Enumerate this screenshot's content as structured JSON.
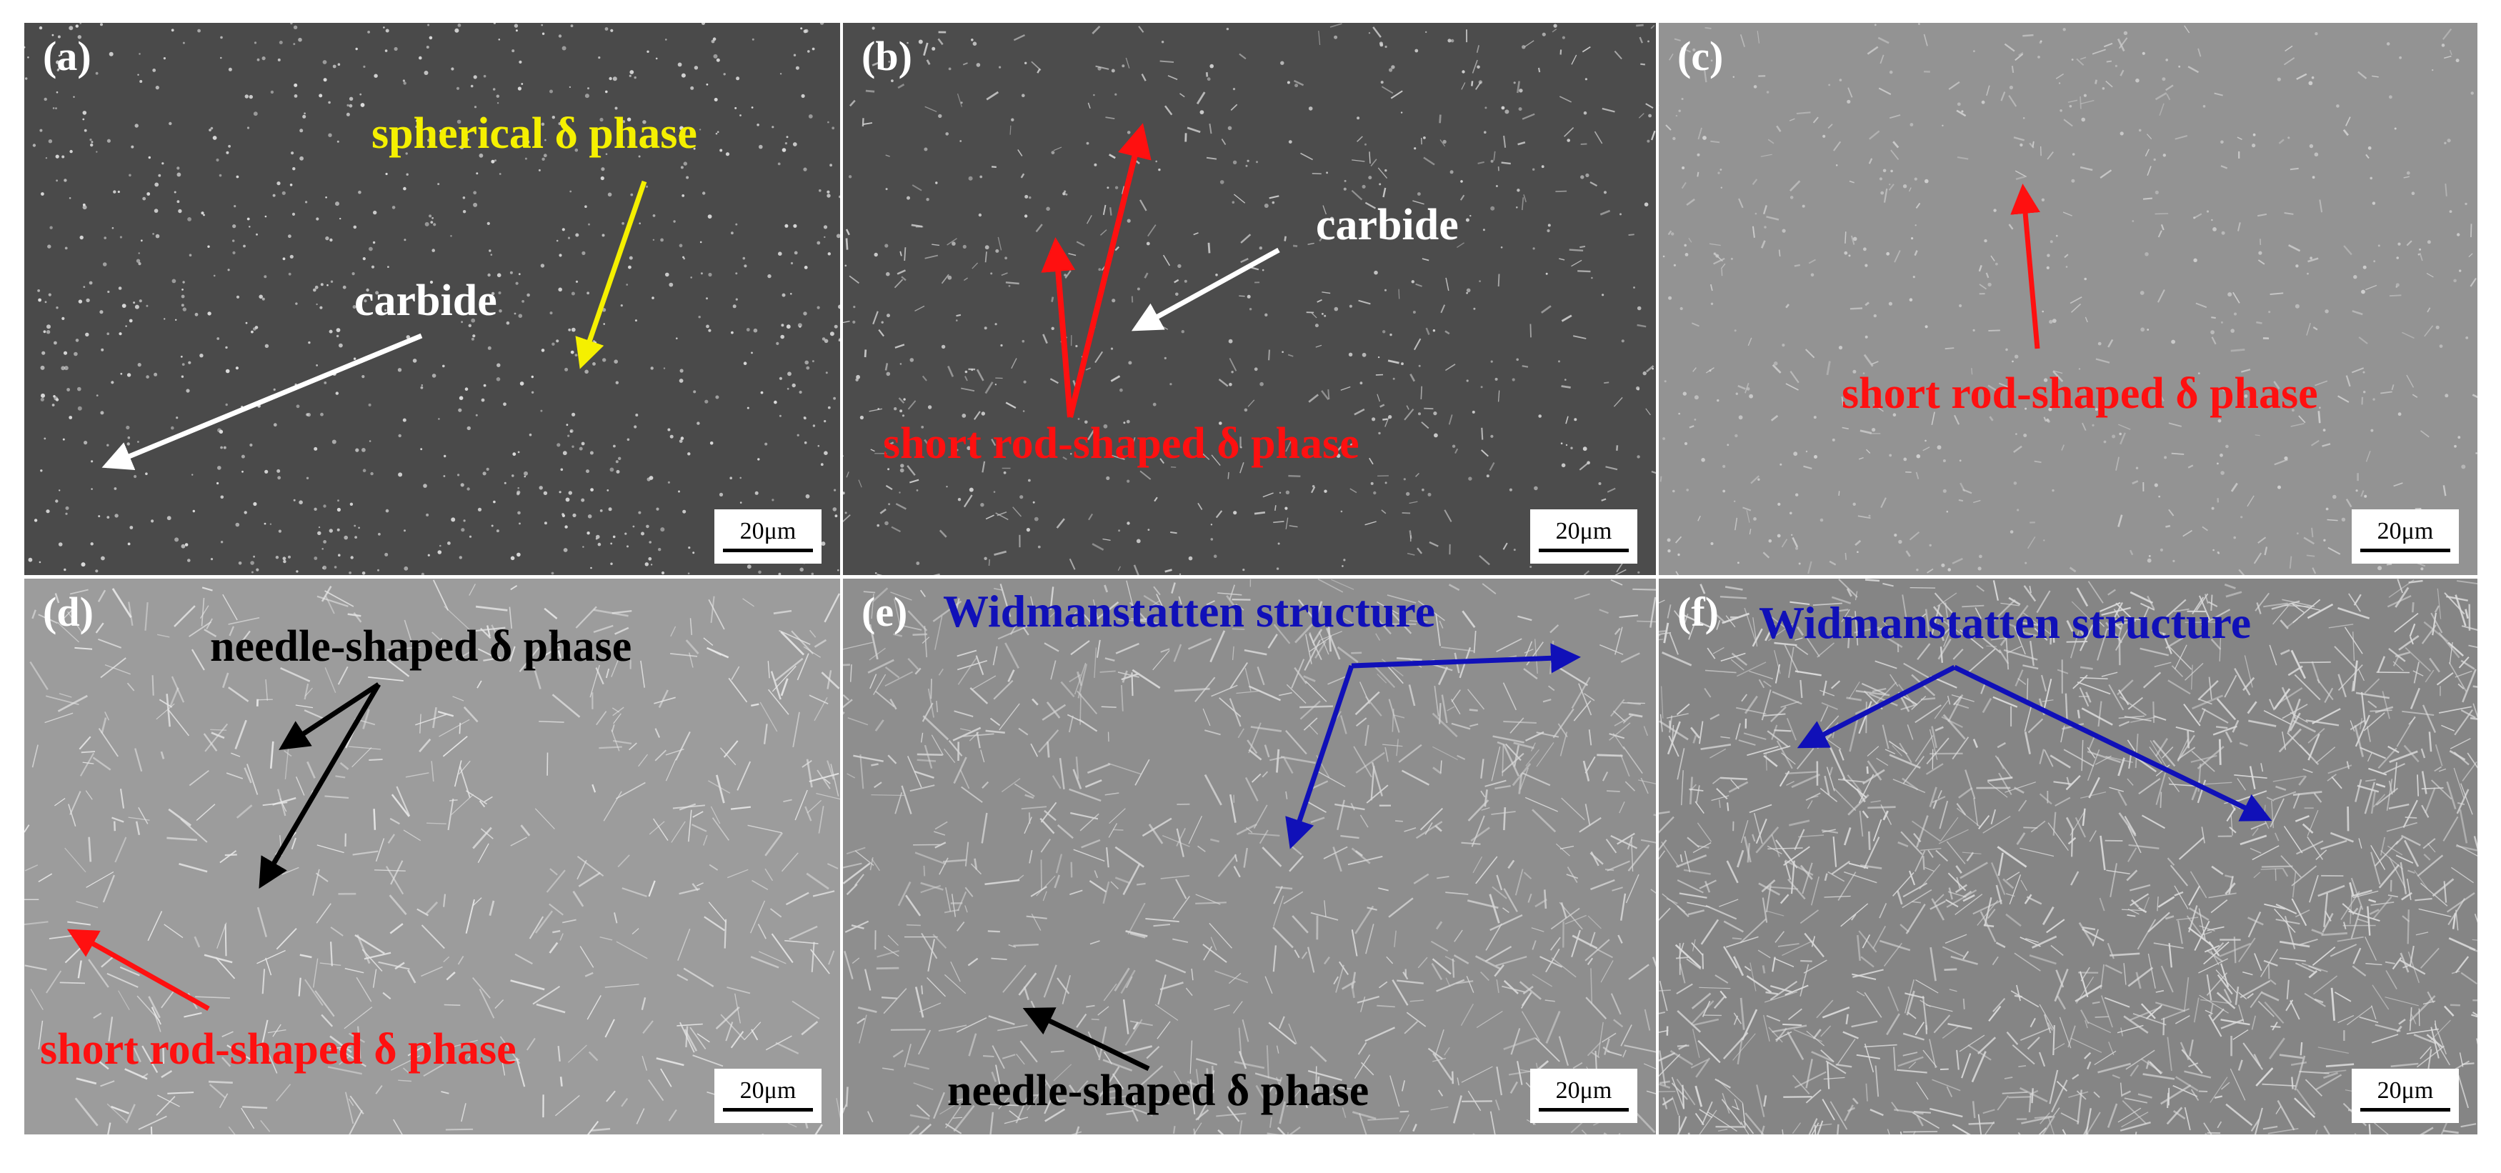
{
  "scale_bar_label": "20μm",
  "colors": {
    "yellow": "#f5f000",
    "white": "#ffffff",
    "red": "#ff1010",
    "black": "#000000",
    "blue": "#1010b8",
    "dark_bg": "#4a4a4a",
    "mid_bg": "#8a8a8a",
    "light_bg": "#9e9e9e"
  },
  "panels": [
    {
      "id": "a",
      "label": "(a)",
      "annotations": [
        {
          "text": "spherical  δ phase",
          "color": "yellow"
        },
        {
          "text": "carbide",
          "color": "white"
        }
      ]
    },
    {
      "id": "b",
      "label": "(b)",
      "annotations": [
        {
          "text": "carbide",
          "color": "white"
        },
        {
          "text": "short  rod-shaped δ phase",
          "color": "red"
        }
      ]
    },
    {
      "id": "c",
      "label": "(c)",
      "annotations": [
        {
          "text": "short  rod-shaped δ phase",
          "color": "red"
        }
      ]
    },
    {
      "id": "d",
      "label": "(d)",
      "annotations": [
        {
          "text": "needle-shaped δ phase",
          "color": "black"
        },
        {
          "text": "short  rod-shaped δ phase",
          "color": "red"
        }
      ]
    },
    {
      "id": "e",
      "label": "(e)",
      "annotations": [
        {
          "text": "Widmanstatten structure",
          "color": "blue"
        },
        {
          "text": "needle-shaped δ phase",
          "color": "black"
        }
      ]
    },
    {
      "id": "f",
      "label": "(f)",
      "annotations": [
        {
          "text": "Widmanstatten structure",
          "color": "blue"
        }
      ]
    }
  ]
}
